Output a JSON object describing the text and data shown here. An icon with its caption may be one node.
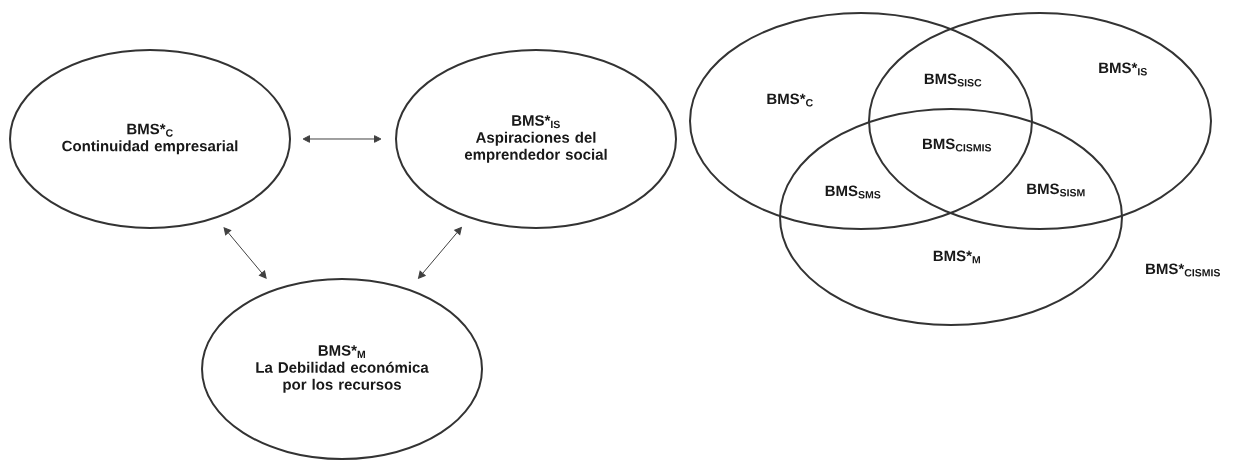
{
  "diagram": {
    "nodes": [
      {
        "text": [
          "BMS*$_{C}$",
          "Continuidad empresarial"
        ]
      },
      {
        "text": [
          "BMS*$_{IS}$",
          "Aspiraciones del emprendedor social"
        ]
      },
      {
        "text": [
          "BMS*$_{M}$",
          "La Debilidad económica por los recursos"
        ]
      },
      {
        "text": [
          "BMS*$_{C}$"
        ]
      },
      {
        "text": [
          "BMS*$_{IS}$"
        ]
      },
      {
        "text": [
          "BMS*$_{M}$"
        ]
      }
    ],
    "edges": [
      {
        "from": 0,
        "to": 1,
        "arrow": "both"
      },
      {
        "from": 0,
        "to": 2,
        "arrow": "both"
      },
      {
        "from": 1,
        "to": 2,
        "arrow": "both"
      }
    ],
    "labels": [
      "BMS$_{SISC}$",
      "BMS$_{CISMIS}$",
      "BMS$_{SMS}$",
      "BMS$_{SISM}$",
      "BMS*$_{CISMIS}$"
    ]
  }
}
